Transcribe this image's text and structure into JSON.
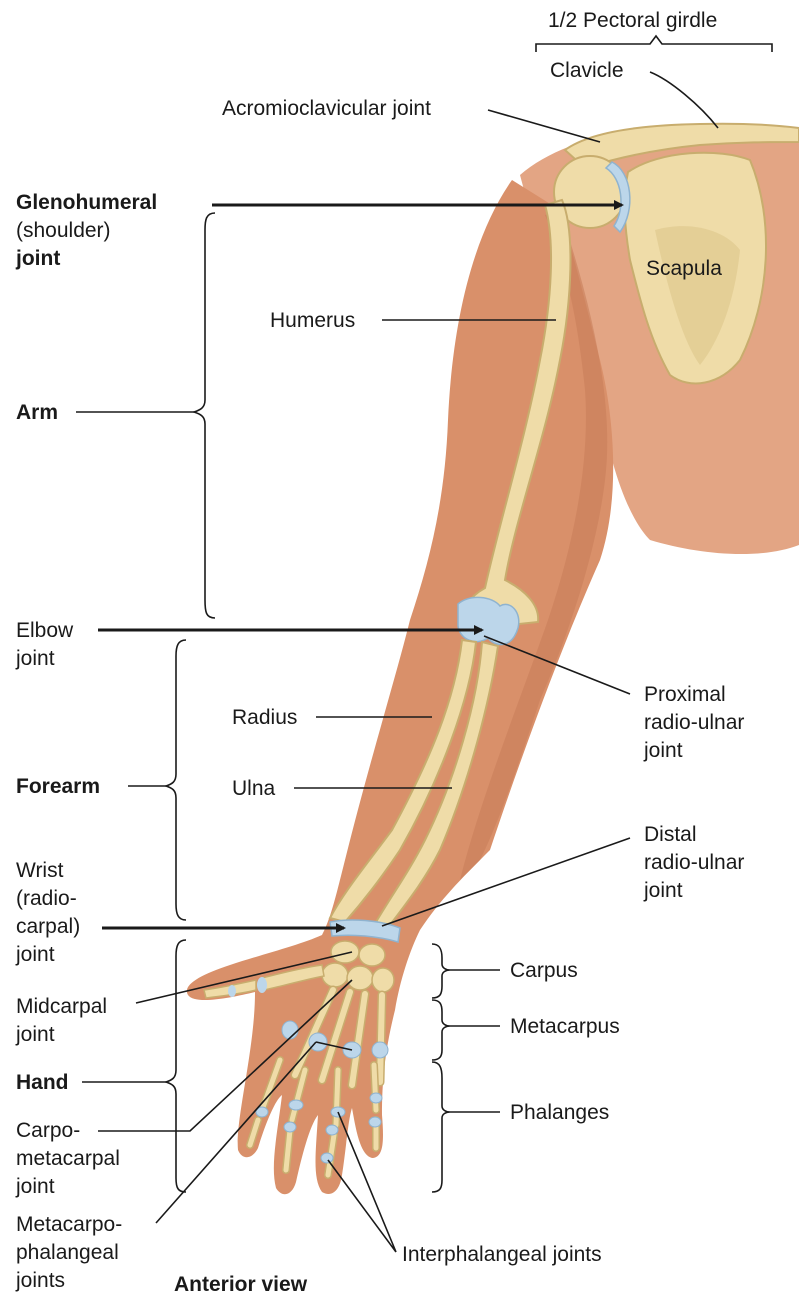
{
  "labels": {
    "pectoral_girdle": "1/2 Pectoral girdle",
    "clavicle": "Clavicle",
    "acromioclavicular": "Acromioclavicular joint",
    "glenohumeral_1": "Glenohumeral",
    "glenohumeral_2": "(shoulder)",
    "glenohumeral_3": "joint",
    "scapula": "Scapula",
    "humerus": "Humerus",
    "arm": "Arm",
    "elbow_1": "Elbow",
    "elbow_2": "joint",
    "proximal_1": "Proximal",
    "proximal_2": "radio-ulnar",
    "proximal_3": "joint",
    "radius": "Radius",
    "forearm": "Forearm",
    "ulna": "Ulna",
    "distal_1": "Distal",
    "distal_2": "radio-ulnar",
    "distal_3": "joint",
    "wrist_1": "Wrist",
    "wrist_2": "(radio-",
    "wrist_3": "carpal)",
    "wrist_4": "joint",
    "carpus": "Carpus",
    "midcarpal_1": "Midcarpal",
    "midcarpal_2": "joint",
    "metacarpus": "Metacarpus",
    "hand": "Hand",
    "phalanges": "Phalanges",
    "carpometacarpal_1": "Carpo-",
    "carpometacarpal_2": "metacarpal",
    "carpometacarpal_3": "joint",
    "metacarpophalangeal_1": "Metacarpo-",
    "metacarpophalangeal_2": "phalangeal",
    "metacarpophalangeal_3": "joints",
    "interphalangeal": "Interphalangeal joints",
    "anterior_view": "Anterior view"
  },
  "colors": {
    "skin": "#d9906a",
    "skin_dark": "#b9684a",
    "bone": "#efdca8",
    "bone_edge": "#c8ad6e",
    "cartilage": "#bcd6ea",
    "line": "#1a1a1a"
  }
}
